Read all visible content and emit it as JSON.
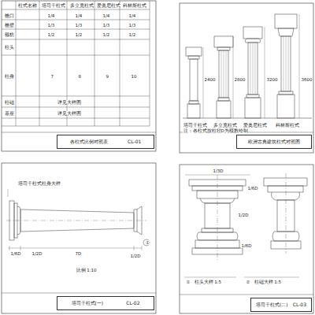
{
  "diagram": {
    "nodes": [
      {
        "text": [
          "各柱式比例对照表",
          "CL-01"
        ]
      },
      {
        "text": [
          "欧洲古典建筑柱式对照图"
        ]
      },
      {
        "text": [
          "塔司干柱式(一)",
          "CL-02"
        ]
      },
      {
        "text": [
          "塔司干柱式(二)",
          "CL-03"
        ]
      }
    ],
    "labels": [
      "柱式名称",
      "塔司干柱式",
      "多立克柱式",
      "爱奥尼柱式",
      "科林斯柱式",
      "檐口",
      "檐壁",
      "额枋",
      "柱头",
      "柱身",
      "柱础",
      "基座",
      "1/4",
      "1/3",
      "1/2",
      "1/4",
      "1/3",
      "1/2",
      "1/4",
      "1/3",
      "1/2",
      "1/4",
      "1/3",
      "1/2",
      "7",
      "8",
      "9",
      "10",
      "详见大样图",
      "详见大样图",
      "塔司干柱式",
      "多立克柱式",
      "爱奥尼柱式",
      "科林斯柱式",
      "2400",
      "2800",
      "3200",
      "3600",
      "注：各柱式按柱径D为模数绘制",
      "塔司干柱式柱身大样",
      "1/6D",
      "1/2D",
      "7D",
      "1/2D",
      "①",
      "比例 1:10",
      "1/3D",
      "1/6D",
      "1/2D",
      "1/6D",
      "①",
      "柱头大样 1:5",
      "②",
      "柱础大样 1:5"
    ]
  }
}
